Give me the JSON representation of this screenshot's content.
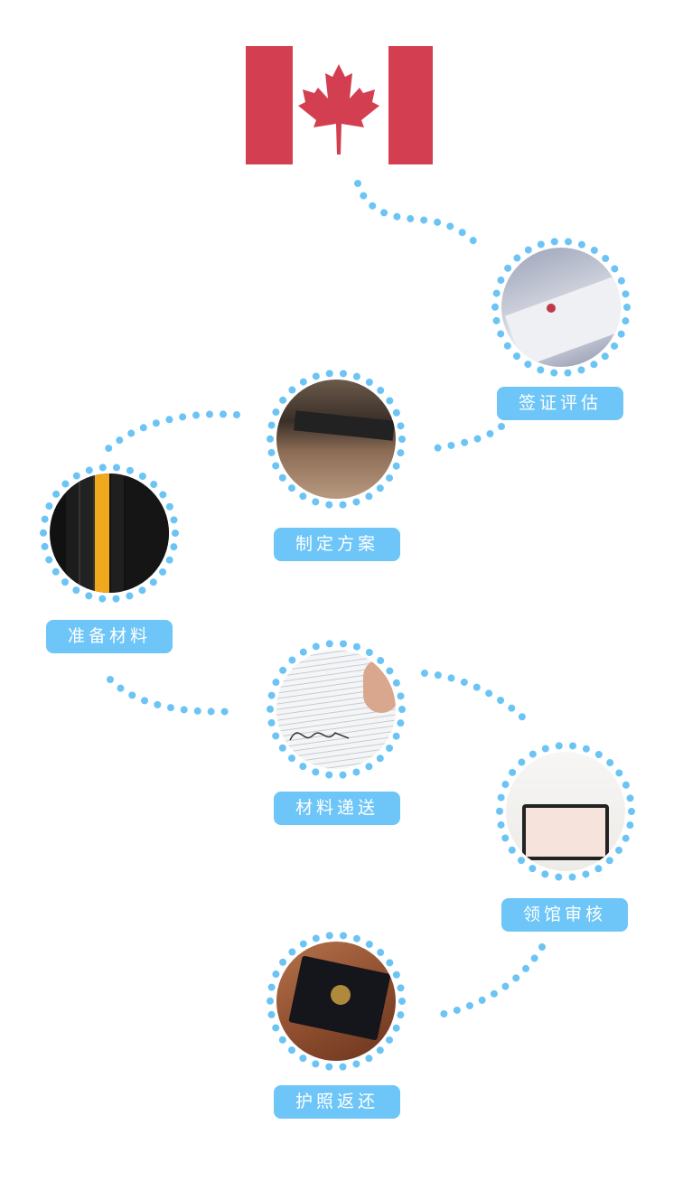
{
  "colors": {
    "flag_red": "#d33f50",
    "dot_blue": "#6cc4f5",
    "label_bg": "#6ec5f7"
  },
  "flag": {
    "icon": "canada-flag-icon"
  },
  "steps": [
    {
      "label": "签证评估",
      "photo": "documents-photo"
    },
    {
      "label": "制定方案",
      "photo": "name-tag-photo"
    },
    {
      "label": "准备材料",
      "photo": "binders-photo"
    },
    {
      "label": "材料递送",
      "photo": "signing-document-photo"
    },
    {
      "label": "领馆审核",
      "photo": "laptop-photo"
    },
    {
      "label": "护照返还",
      "photo": "canada-passport-photo"
    }
  ]
}
